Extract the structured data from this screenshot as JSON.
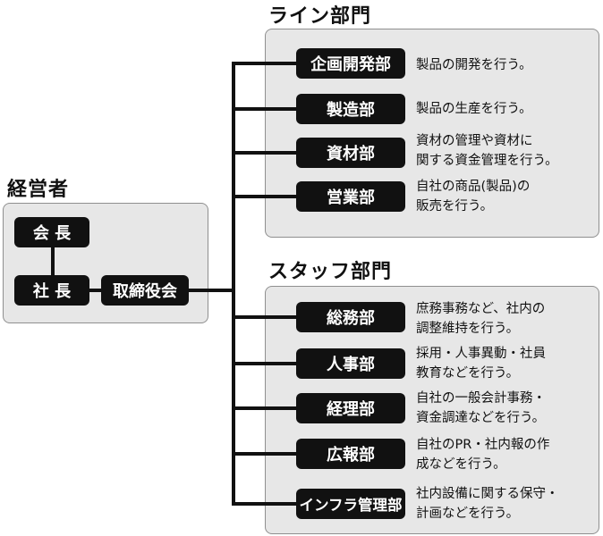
{
  "management": {
    "title": "経営者",
    "chairman": "会 長",
    "president": "社 長",
    "board": "取締役会"
  },
  "line_division": {
    "title": "ライン部門",
    "departments": [
      {
        "name": "企画開発部",
        "desc_lines": [
          "製品の開発を行う。"
        ]
      },
      {
        "name": "製造部",
        "desc_lines": [
          "製品の生産を行う。"
        ]
      },
      {
        "name": "資材部",
        "desc_lines": [
          "資材の管理や資材に",
          "関する資金管理を行う。"
        ]
      },
      {
        "name": "営業部",
        "desc_lines": [
          "自社の商品(製品)の",
          "販売を行う。"
        ]
      }
    ]
  },
  "staff_division": {
    "title": "スタッフ部門",
    "departments": [
      {
        "name": "総務部",
        "desc_lines": [
          "庶務事務など、社内の",
          "調整維持を行う。"
        ]
      },
      {
        "name": "人事部",
        "desc_lines": [
          "採用・人事異動・社員",
          "教育などを行う。"
        ]
      },
      {
        "name": "経理部",
        "desc_lines": [
          "自社の一般会計事務・",
          "資金調達などを行う。"
        ]
      },
      {
        "name": "広報部",
        "desc_lines": [
          "自社のPR・社内報の作",
          "成などを行う。"
        ]
      },
      {
        "name": "インフラ管理部",
        "desc_lines": [
          "社内設備に関する保守・",
          "計画などを行う。"
        ]
      }
    ]
  }
}
